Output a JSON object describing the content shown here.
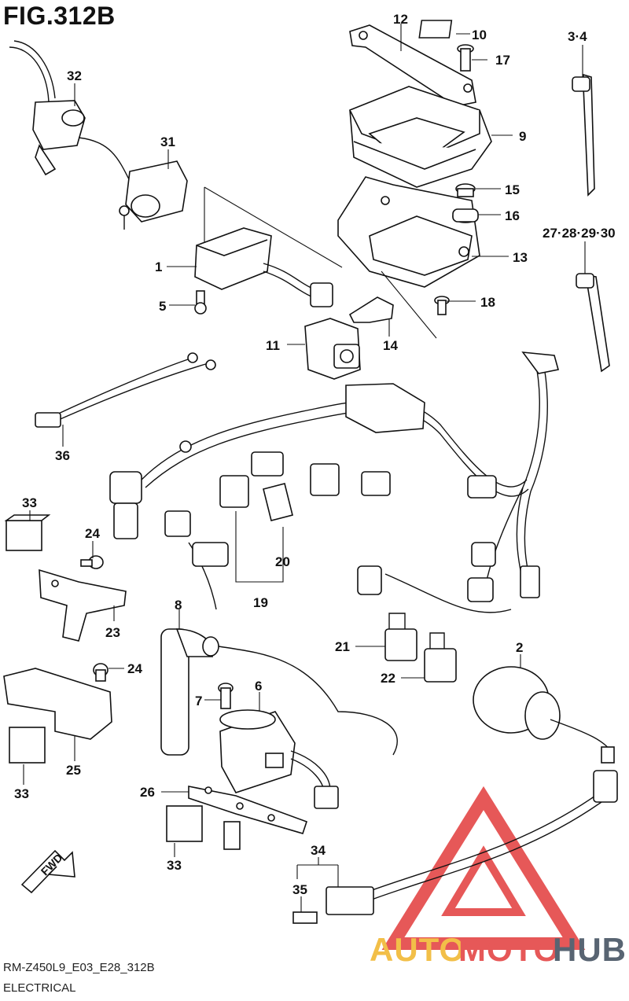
{
  "figure": {
    "title": "FIG.312B",
    "footer_code": "RM-Z450L9_E03_E28_312B",
    "footer_section": "ELECTRICAL",
    "direction_label": "FWD"
  },
  "watermark": {
    "brand_left": "AUTO",
    "brand_mid": "MOTO",
    "brand_right": "HUB",
    "colors": {
      "triangle": "#e23b3b",
      "auto": "#f0b429",
      "moto": "#e23b3b",
      "hub": "#3b4a5a"
    }
  },
  "callouts": {
    "c1": "1",
    "c2": "2",
    "c34": "3·4",
    "c5": "5",
    "c6": "6",
    "c7": "7",
    "c8": "8",
    "c9": "9",
    "c10": "10",
    "c11": "11",
    "c12": "12",
    "c13": "13",
    "c14": "14",
    "c15": "15",
    "c16": "16",
    "c17": "17",
    "c18": "18",
    "c19": "19",
    "c20": "20",
    "c21": "21",
    "c22": "22",
    "c23": "23",
    "c24a": "24",
    "c24b": "24",
    "c25": "25",
    "c26": "26",
    "c27": "27·28·29·30",
    "c31": "31",
    "c32": "32",
    "c33a": "33",
    "c33b": "33",
    "c33c": "33",
    "c34b": "34",
    "c35": "35",
    "c36": "36"
  }
}
